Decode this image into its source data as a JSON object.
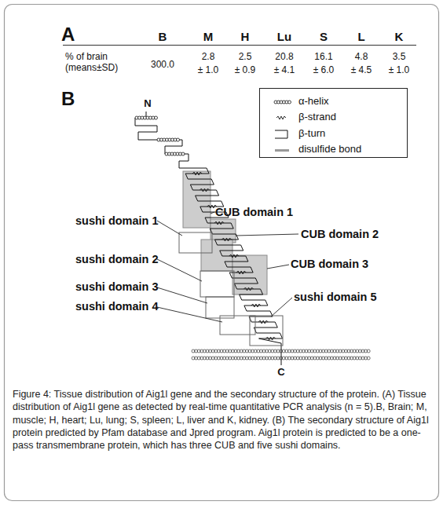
{
  "diagram": {
    "caption": "Figure 4: Tissue distribution of Aig1l gene and the secondary structure of the protein. (A) Tissue distribution of Aig1l gene as detected by real-time quantitative PCR analysis (n = 5).B, Brain; M, muscle; H, heart; Lu, lung; S, spleen; L, liver and K, kidney. (B) The secondary structure of Aig1l protein predicted by Pfam database and Jpred program. Aig1l protein is predicted to be a one-pass transmembrane protein, which has three CUB and five sushi domains.",
    "labels": [
      "A",
      "B",
      "M",
      "H",
      "Lu",
      "S",
      "L",
      "K",
      "% of brain (means±SD)",
      "300.0",
      "2.8",
      "± 1.0",
      "2.5",
      "± 0.9",
      "20.8",
      "± 4.1",
      "16.1",
      "± 6.0",
      "4.8",
      "± 4.5",
      "3.5",
      "± 1.0",
      "B",
      "N",
      "CUB domain 1",
      "sushi domain 1",
      "CUB domain 2",
      "sushi domain 2",
      "CUB domain 3",
      "sushi domain 3",
      "sushi domain 4",
      "sushi domain 5",
      "C"
    ],
    "legend": [
      {
        "text": "α-helix"
      },
      {
        "text": "β-strand"
      },
      {
        "text": "β-turn"
      },
      {
        "text": "disulfide bond"
      }
    ]
  }
}
